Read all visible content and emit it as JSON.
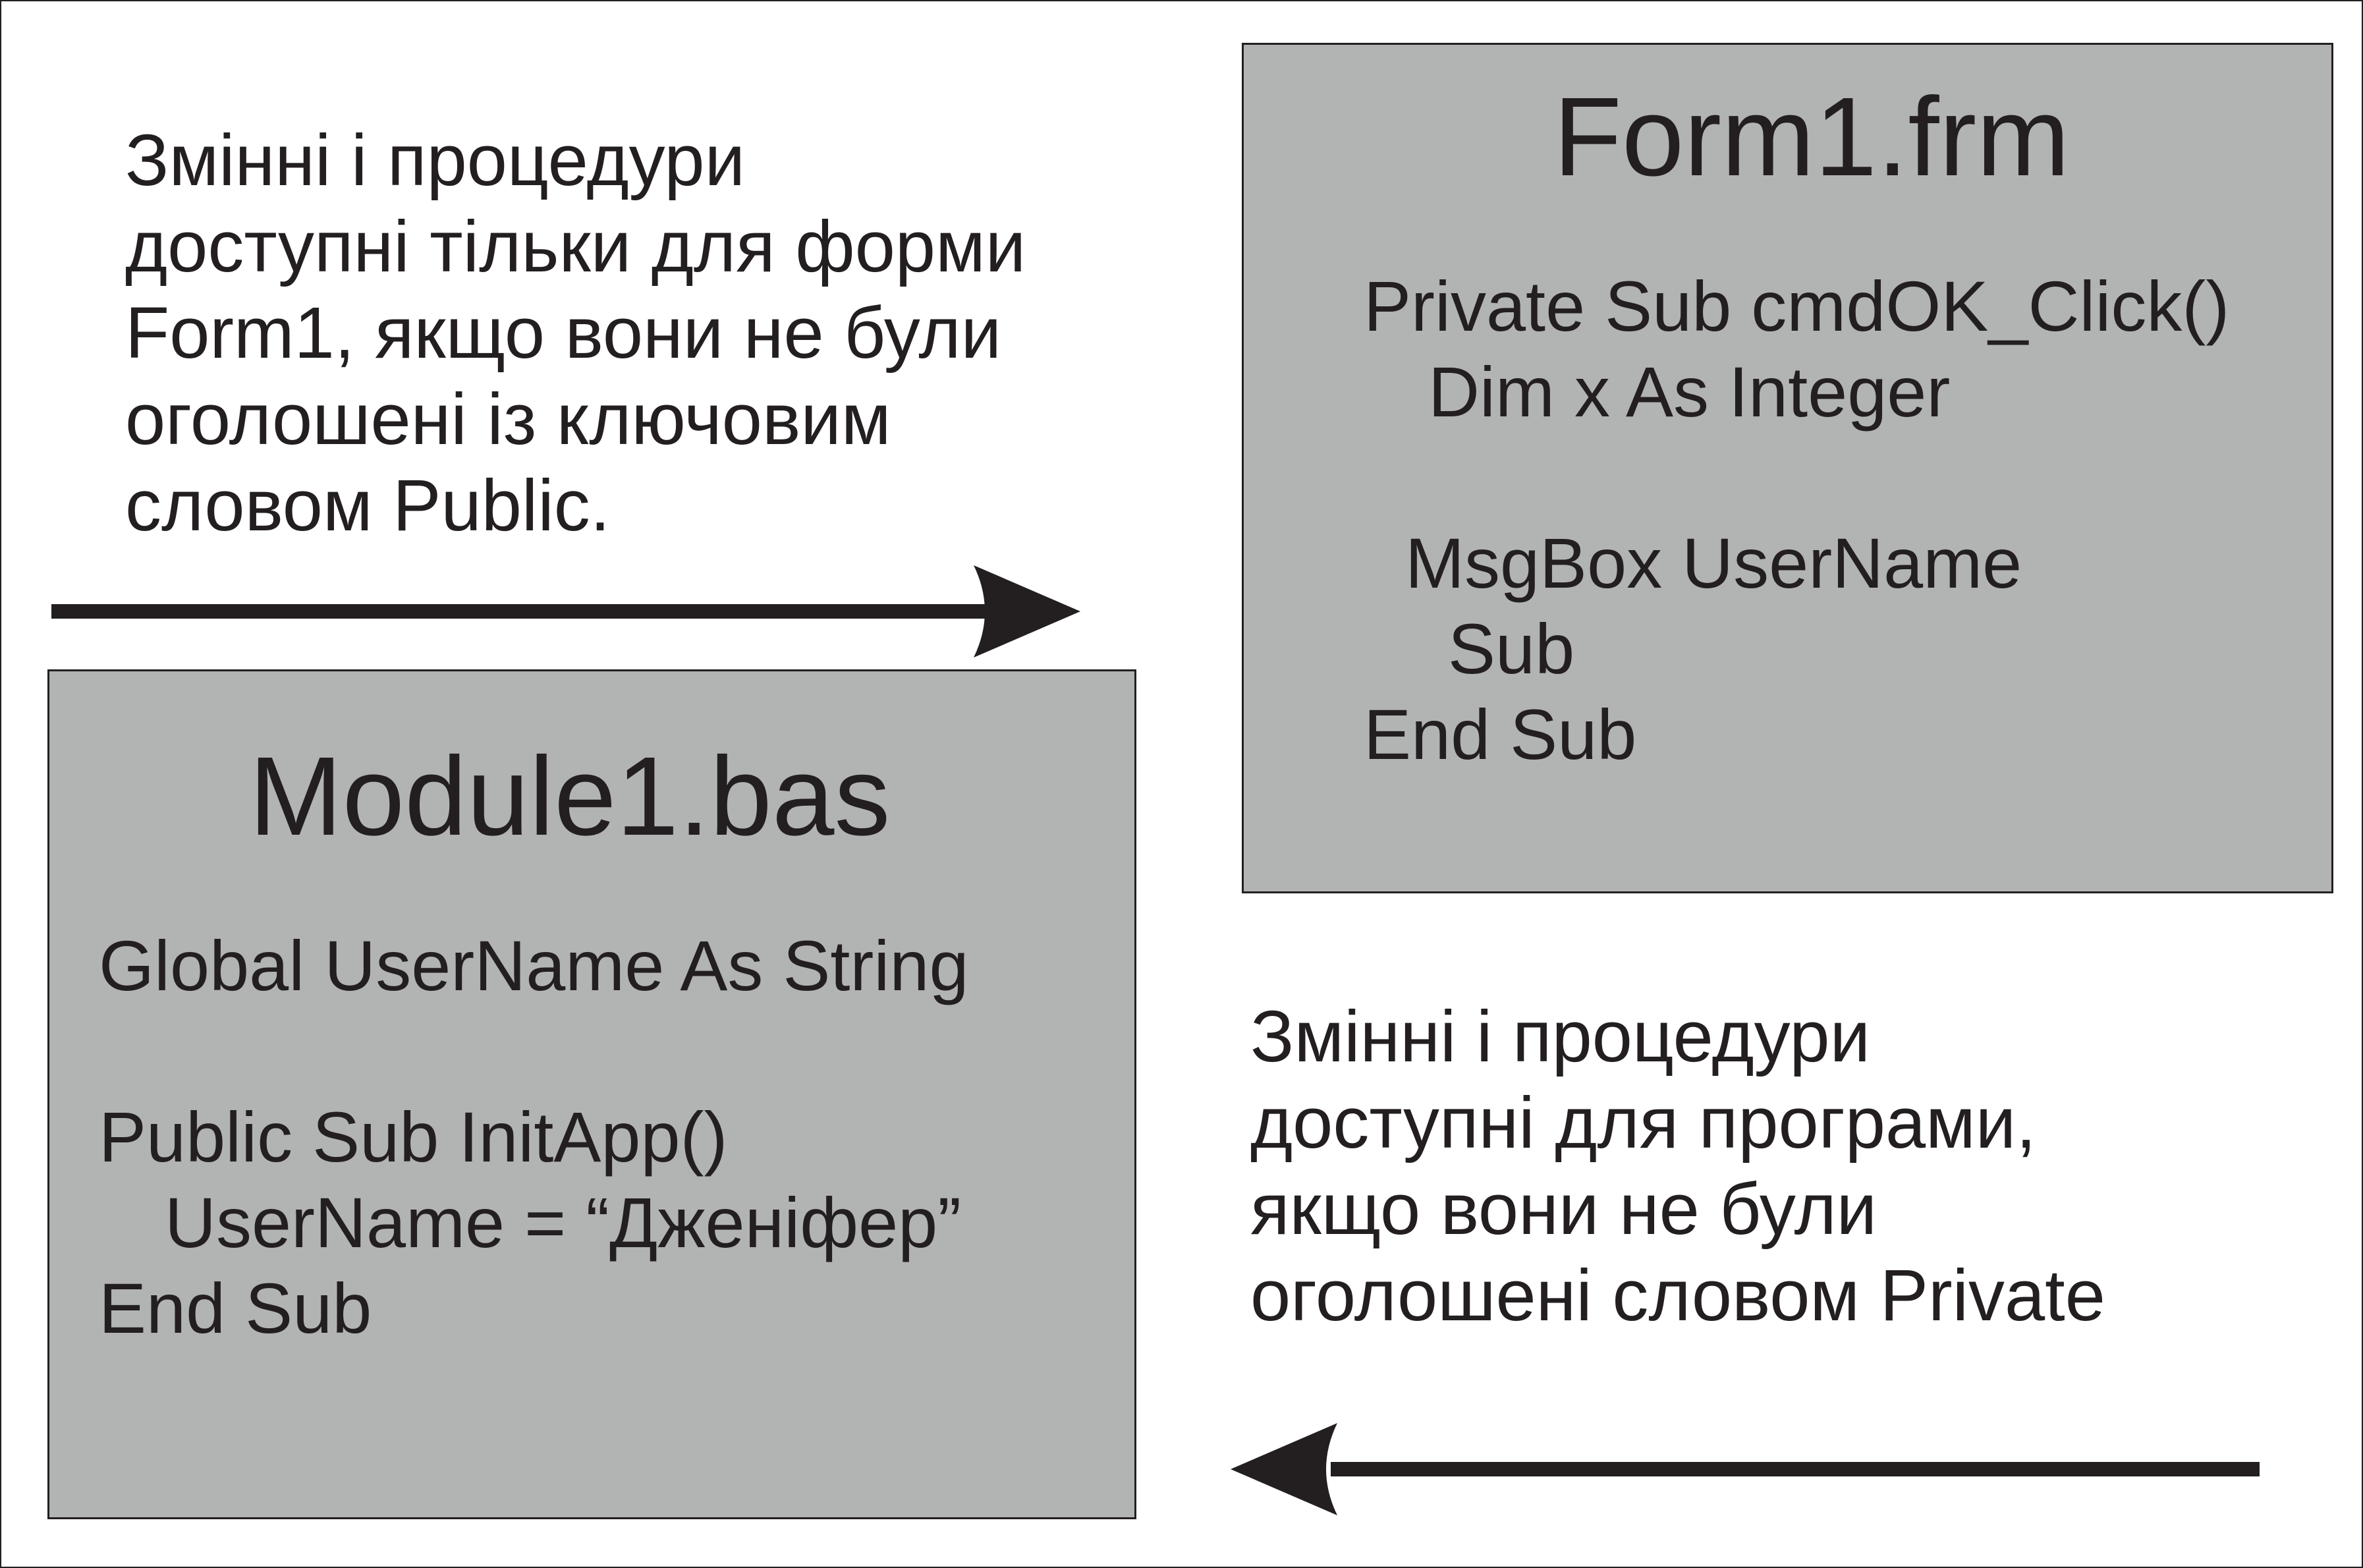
{
  "form_box": {
    "title": "Form1.frm",
    "code": [
      "Private Sub cmdOK_Click()",
      "Dim x As Integer",
      "MsgBox UserName",
      "Sub",
      "End Sub"
    ]
  },
  "module_box": {
    "title": "Module1.bas",
    "code": [
      "Global UserName As String",
      "Public Sub InitApp()",
      "UserName = “Дженіфер”",
      "End Sub"
    ]
  },
  "caption_top": {
    "lines": [
      "Змінні і процедури",
      "доступні тільки для форми",
      "Form1, якщо вони не були",
      "оголошені із ключовим",
      "словом Public."
    ]
  },
  "caption_bottom": {
    "lines": [
      "Змінні і процедури",
      "доступні для програми,",
      "якщо вони не були",
      "оголошені словом Private"
    ]
  },
  "colors": {
    "box_fill": "#b2b3b3",
    "ink": "#231f20",
    "background": "#ffffff"
  }
}
